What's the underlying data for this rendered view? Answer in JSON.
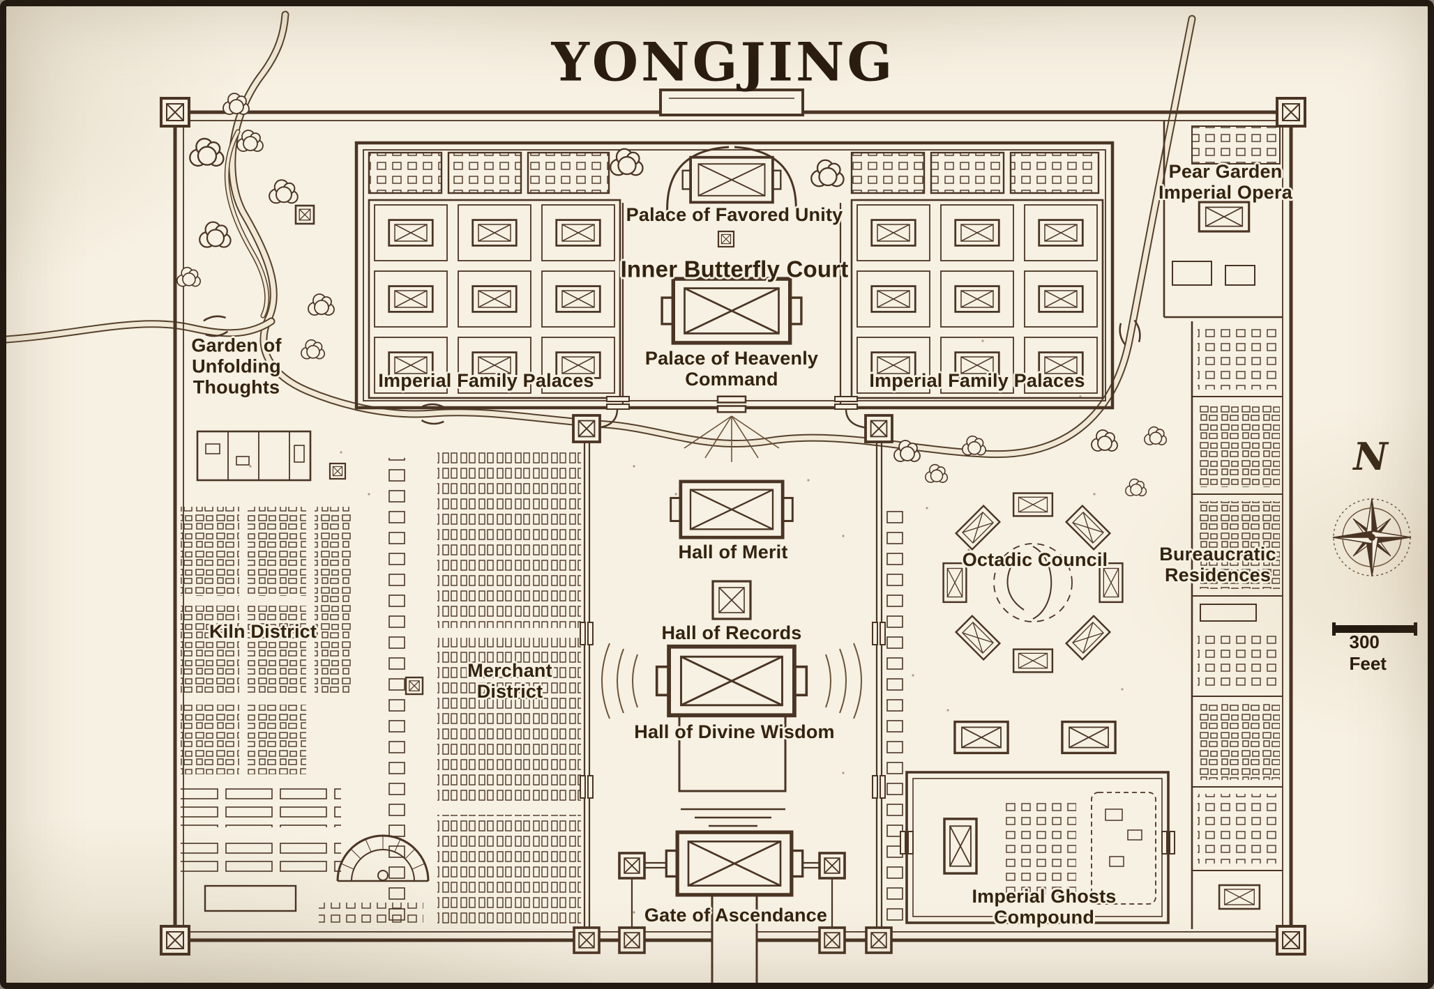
{
  "title": "Yongjing",
  "labels": {
    "palace_of_favored_unity": "Palace of Favored Unity",
    "inner_butterfly_court": "Inner Butterfly Court",
    "palace_of_heavenly_command": "Palace of Heavenly Command",
    "imperial_family_palaces_west": "Imperial Family Palaces",
    "imperial_family_palaces_east": "Imperial Family Palaces",
    "pear_garden_imperial_opera": "Pear Garden Imperial Opera",
    "garden_of_unfolding_thoughts": "Garden of Unfolding Thoughts",
    "kiln_district": "Kiln District",
    "merchant_district": "Merchant District",
    "hall_of_merit": "Hall of Merit",
    "hall_of_records": "Hall of Records",
    "hall_of_divine_wisdom": "Hall of Divine Wisdom",
    "octadic_council": "Octadic Council",
    "bureaucratic_residences": "Bureaucratic Residences",
    "imperial_ghosts_compound": "Imperial Ghosts Compound",
    "gate_of_ascendance": "Gate of Ascendance"
  },
  "compass": {
    "north": "N"
  },
  "scale": {
    "label": "300 Feet"
  },
  "colors": {
    "ink": "#4a3424",
    "parchment": "#f7f1e3"
  }
}
